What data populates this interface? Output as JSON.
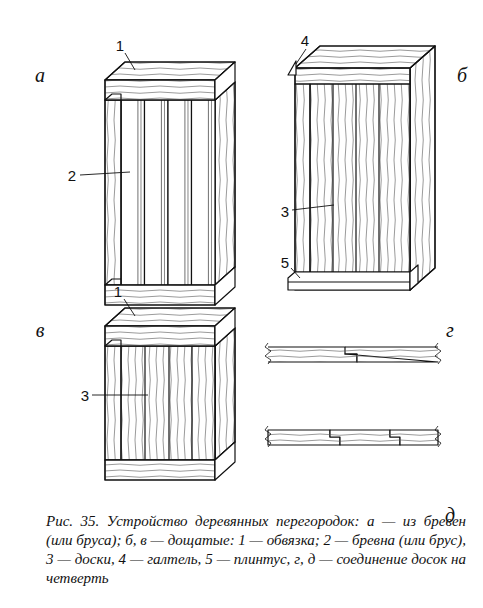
{
  "diagram": {
    "caption": "Рис. 35. Устройство деревянных перегородок: а — из бревен (или бруса); б, в — дощатые: 1 — обвязка; 2 — бревна (или брус), 3 — доски, 4 — галтель, 5 — плинтус, г, д — соединение досок на четверть",
    "labels": [
      "а",
      "1",
      "2",
      "4",
      "б",
      "3",
      "5",
      "в",
      "1",
      "3",
      "г",
      "д"
    ]
  }
}
